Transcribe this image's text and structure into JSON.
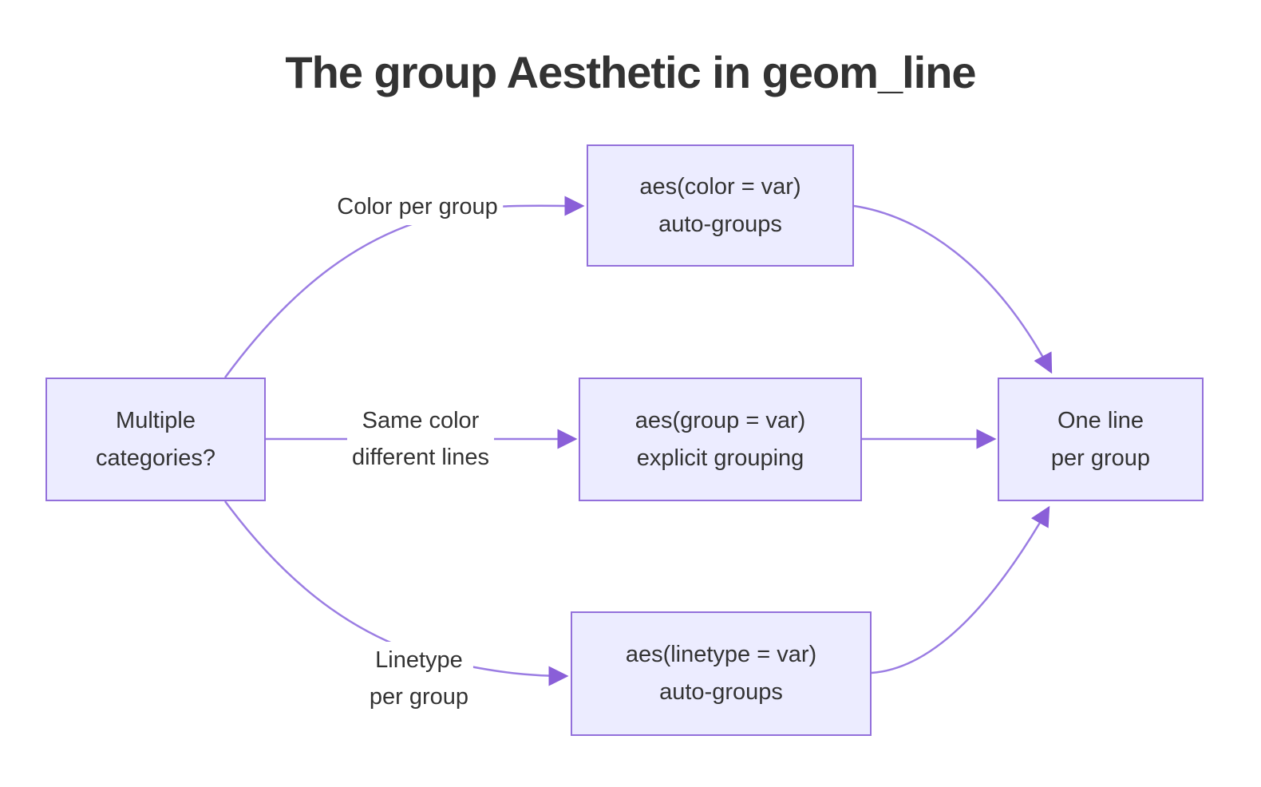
{
  "title": "The group Aesthetic in geom_line",
  "colors": {
    "background": "#FFFFFF",
    "node_fill": "#ECECFF",
    "node_border": "#9370DB",
    "edge_line": "#9B7DE3",
    "arrowhead": "#8A5FD8",
    "text": "#333333"
  },
  "nodes": {
    "multiple": {
      "line1": "Multiple",
      "line2": "categories?"
    },
    "color": {
      "line1": "aes(color = var)",
      "line2": "auto-groups"
    },
    "group": {
      "line1": "aes(group = var)",
      "line2": "explicit grouping"
    },
    "linetype": {
      "line1": "aes(linetype = var)",
      "line2": "auto-groups"
    },
    "one_line": {
      "line1": "One line",
      "line2": "per group"
    }
  },
  "edge_labels": {
    "color": {
      "line1": "Color per group"
    },
    "group": {
      "line1": "Same color",
      "line2": "different lines"
    },
    "linetype": {
      "line1": "Linetype",
      "line2": "per group"
    }
  }
}
